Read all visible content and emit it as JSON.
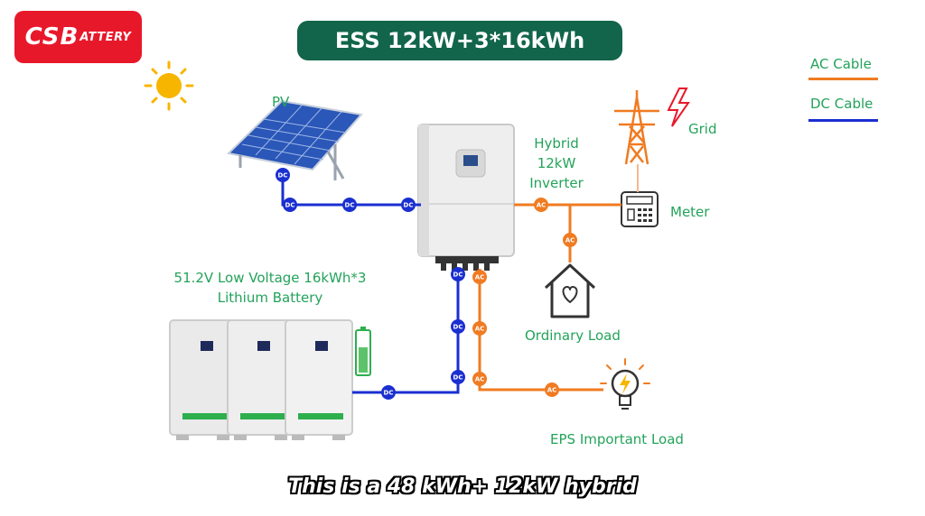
{
  "logo": {
    "main": "CSB",
    "tail": "ATTERY"
  },
  "title": "ESS 12kW+3*16kWh",
  "labels": {
    "pv": "PV",
    "inverter_line1": "Hybrid",
    "inverter_line2": "12kW",
    "inverter_line3": "Inverter",
    "grid": "Grid",
    "meter": "Meter",
    "battery_line1": "51.2V Low Voltage 16kWh*3",
    "battery_line2": "Lithium Battery",
    "ordinary_load": "Ordinary Load",
    "eps_load": "EPS Important Load"
  },
  "legend": [
    {
      "label": "AC Cable",
      "color": "#f07b22"
    },
    {
      "label": "DC Cable",
      "color": "#1a2fd0"
    }
  ],
  "badges": {
    "dc": "DC",
    "ac": "AC"
  },
  "caption": "This is a 48 kWh+ 12kW hybrid",
  "colors": {
    "ac": "#f07b22",
    "dc": "#1a2fd0",
    "green": "#23a35a",
    "brand": "#e8182b",
    "title_bg": "#12654a"
  }
}
